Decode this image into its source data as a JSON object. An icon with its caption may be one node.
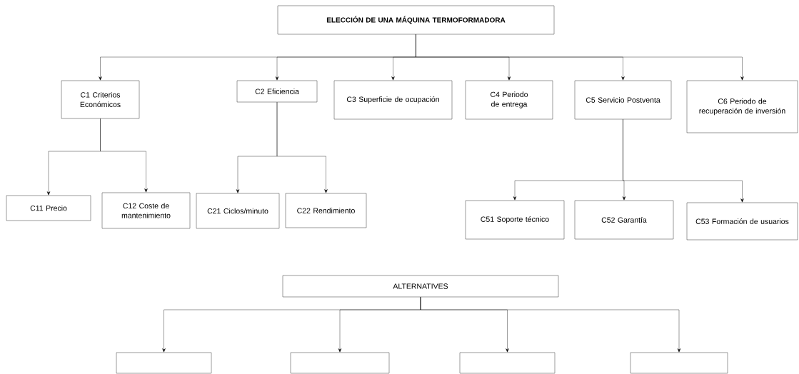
{
  "diagram": {
    "nodes": [
      {
        "text": [
          "ELECCIÓN DE UNA MÁQUINA TERMOFORMADORA"
        ]
      },
      {
        "text": [
          "C1 Criterios Económicos"
        ]
      },
      {
        "text": [
          "C2 Eficiencia"
        ]
      },
      {
        "text": [
          "C3 Superficie de ocupación"
        ]
      },
      {
        "text": [
          "C4 Periodo de entrega"
        ]
      },
      {
        "text": [
          "C5 Servicio Postventa"
        ]
      },
      {
        "text": [
          "C6 Periodo de recuperación de inversión"
        ]
      },
      {
        "text": [
          "C11 Precio"
        ]
      },
      {
        "text": [
          "C12 Coste de mantenimiento"
        ]
      },
      {
        "text": [
          "C21 Ciclos/minuto"
        ]
      },
      {
        "text": [
          "C22 Rendimiento"
        ]
      },
      {
        "text": [
          "C51 Soporte técnico"
        ]
      },
      {
        "text": [
          "C52 Garantía"
        ]
      },
      {
        "text": [
          "C53 Formación de usuarios"
        ]
      },
      {
        "text": [
          "ALTERNATIVES"
        ]
      },
      {
        "text": [],
        "shape": "box"
      },
      {
        "text": [],
        "shape": "box"
      },
      {
        "text": [],
        "shape": "box"
      },
      {
        "text": [],
        "shape": "box"
      }
    ],
    "edges": [
      {
        "from": 0,
        "to": 1,
        "arrow": "to"
      },
      {
        "from": 0,
        "to": 2,
        "arrow": "to"
      },
      {
        "from": 0,
        "to": 3,
        "arrow": "to"
      },
      {
        "from": 0,
        "to": 4,
        "arrow": "to"
      },
      {
        "from": 0,
        "to": 5,
        "arrow": "to"
      },
      {
        "from": 0,
        "to": 6,
        "arrow": "to"
      },
      {
        "from": 1,
        "to": 7,
        "arrow": "to"
      },
      {
        "from": 1,
        "to": 8,
        "arrow": "to"
      },
      {
        "from": 2,
        "to": 9,
        "arrow": "to"
      },
      {
        "from": 2,
        "to": 10,
        "arrow": "to"
      },
      {
        "from": 5,
        "to": 11,
        "arrow": "to"
      },
      {
        "from": 5,
        "to": 12,
        "arrow": "to"
      },
      {
        "from": 5,
        "to": 13,
        "arrow": "to"
      },
      {
        "from": 14,
        "to": 15,
        "arrow": "to"
      },
      {
        "from": 14,
        "to": 16,
        "arrow": "to"
      },
      {
        "from": 14,
        "to": 17,
        "arrow": "to"
      },
      {
        "from": 14,
        "to": 18,
        "arrow": "to"
      }
    ]
  }
}
